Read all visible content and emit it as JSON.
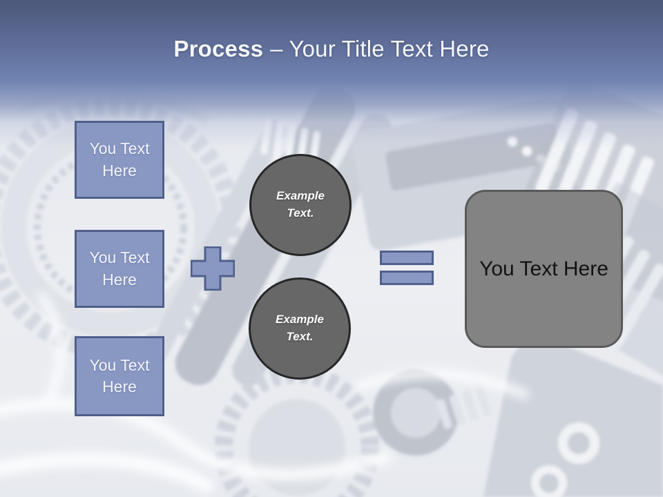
{
  "title": {
    "bold": "Process",
    "rest": "– Your Title Text Here"
  },
  "input_boxes": [
    {
      "label": "You Text Here"
    },
    {
      "label": "You Text Here"
    },
    {
      "label": "You Text Here"
    }
  ],
  "example_circles": [
    {
      "label": "Example Text."
    },
    {
      "label": "Example Text."
    }
  ],
  "result_box": {
    "label": "You Text Here"
  },
  "colors": {
    "accent_blue_fill": "#8997c3",
    "accent_blue_border": "#4f5f8b",
    "circle_fill": "#676767",
    "circle_border": "#262626",
    "result_fill": "#838383",
    "result_border": "#595959",
    "header_top": "#4b5878",
    "header_bottom": "#7184b2",
    "title_text": "#f4f6fc"
  }
}
